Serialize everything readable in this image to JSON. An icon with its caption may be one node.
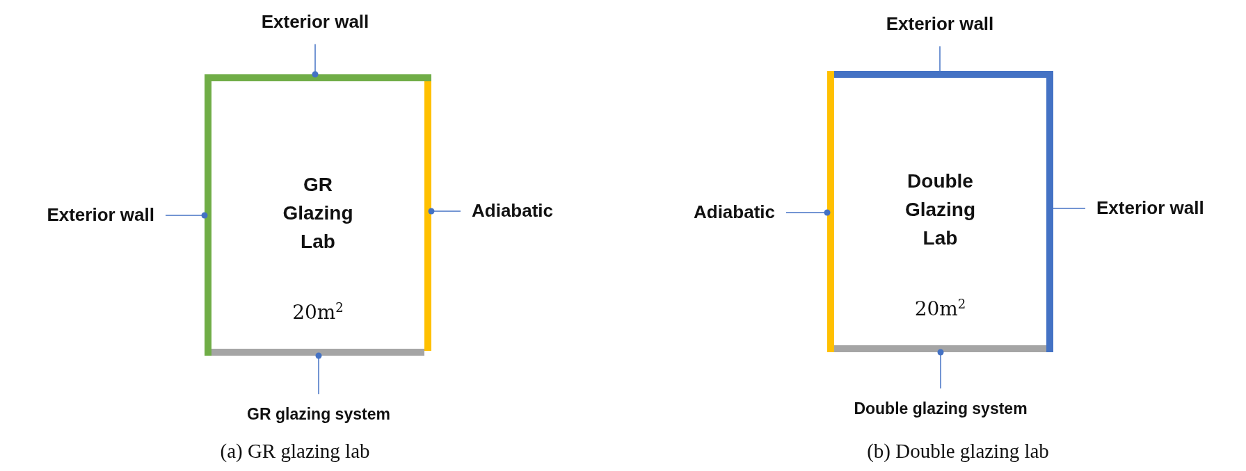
{
  "diagram": {
    "nodes": [
      {
        "text": [
          "Exterior wall"
        ]
      },
      {
        "text": [
          "GR Glazing Lab",
          "20m$^{2}$"
        ]
      },
      {
        "text": [],
        "shape": "bar",
        "in": 1
      },
      {
        "text": [],
        "shape": "bar",
        "in": 1
      },
      {
        "text": [],
        "shape": "bar",
        "in": 1
      },
      {
        "text": [],
        "shape": "bar",
        "in": 1
      },
      {
        "text": [
          "Exterior wall"
        ]
      },
      {
        "text": [
          "Adiabatic"
        ]
      },
      {
        "text": [
          "GR glazing system"
        ]
      },
      {
        "text": [
          "Exterior wall"
        ]
      },
      {
        "text": [
          "Double Glazing Lab",
          "20m$^{2}$"
        ]
      },
      {
        "text": [],
        "shape": "bar",
        "in": 10
      },
      {
        "text": [],
        "shape": "bar",
        "in": 10
      },
      {
        "text": [],
        "shape": "bar",
        "in": 10
      },
      {
        "text": [],
        "shape": "bar",
        "in": 10
      },
      {
        "text": [
          "Adiabatic"
        ]
      },
      {
        "text": [
          "Exterior wall"
        ]
      },
      {
        "text": [
          "Double glazing system"
        ]
      }
    ],
    "edges": [
      {
        "from": 0,
        "to": 2,
        "arrow": "other"
      },
      {
        "from": 6,
        "to": 3,
        "arrow": "other"
      },
      {
        "from": 7,
        "to": 4,
        "arrow": "other"
      },
      {
        "from": 8,
        "to": 5,
        "arrow": "other"
      },
      {
        "from": 9,
        "to": 11,
        "arrow": "none"
      },
      {
        "from": 16,
        "to": 13,
        "arrow": "none"
      },
      {
        "from": 15,
        "to": 12,
        "arrow": "other"
      },
      {
        "from": 17,
        "to": 14,
        "arrow": "other"
      }
    ],
    "labels": [
      "(a) GR glazing lab",
      "(b) Double glazing lab"
    ]
  }
}
